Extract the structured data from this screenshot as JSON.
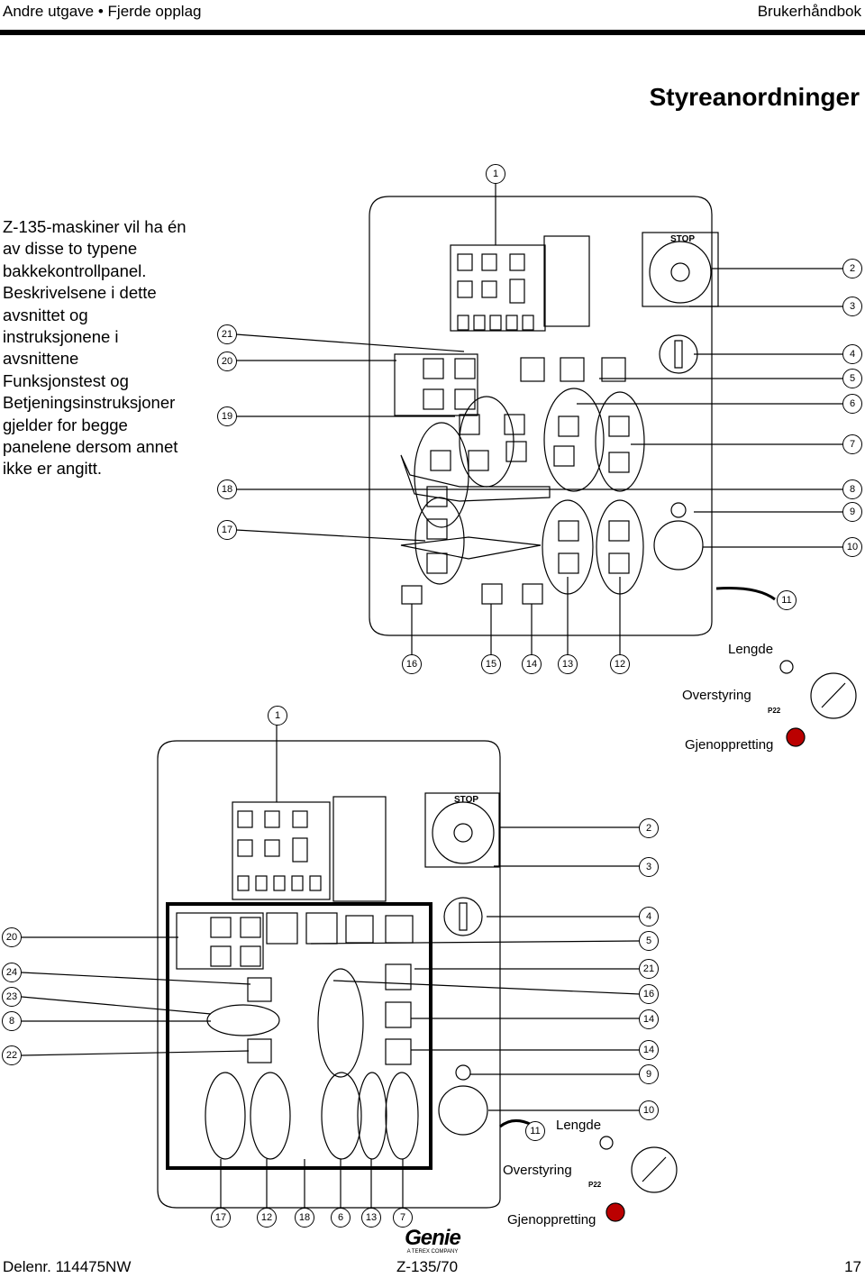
{
  "header": {
    "left": "Andre utgave • Fjerde opplag",
    "right": "Brukerhåndbok"
  },
  "title": "Styreanordninger",
  "intro_lines": [
    "Z-135-maskiner vil ha én",
    "av disse to typene",
    "bakkekontrollpanel.",
    "Beskrivelsene i dette",
    "avsnittet og",
    "instruksjonene i",
    "avsnittene",
    "Funksjonstest og",
    "Betjeningsinstruksjoner",
    "gjelder for begge",
    "panelene dersom annet",
    "ikke er angitt."
  ],
  "panel_top": {
    "stop_label": "STOP",
    "callouts": [
      "1",
      "2",
      "3",
      "4",
      "5",
      "6",
      "7",
      "8",
      "9",
      "10",
      "11",
      "12",
      "13",
      "14",
      "15",
      "16",
      "17",
      "18",
      "19",
      "20",
      "21"
    ],
    "key_labels": {
      "length": "Lengde",
      "override": "Overstyring",
      "override_code": "P22",
      "reset": "Gjenoppretting"
    }
  },
  "panel_bottom": {
    "stop_label": "STOP",
    "callouts": [
      "1",
      "2",
      "3",
      "4",
      "5",
      "21",
      "16",
      "14",
      "14",
      "9",
      "10",
      "11",
      "20",
      "24",
      "23",
      "8",
      "22",
      "17",
      "12",
      "18",
      "6",
      "13",
      "7"
    ],
    "key_labels": {
      "length": "Lengde",
      "override": "Overstyring",
      "override_code": "P22",
      "reset": "Gjenoppretting"
    }
  },
  "logo": {
    "brand": "Genie",
    "tagline": "A TEREX COMPANY"
  },
  "footer": {
    "left": "Delenr. 114475NW",
    "center": "Z-135/70",
    "right": "17"
  }
}
